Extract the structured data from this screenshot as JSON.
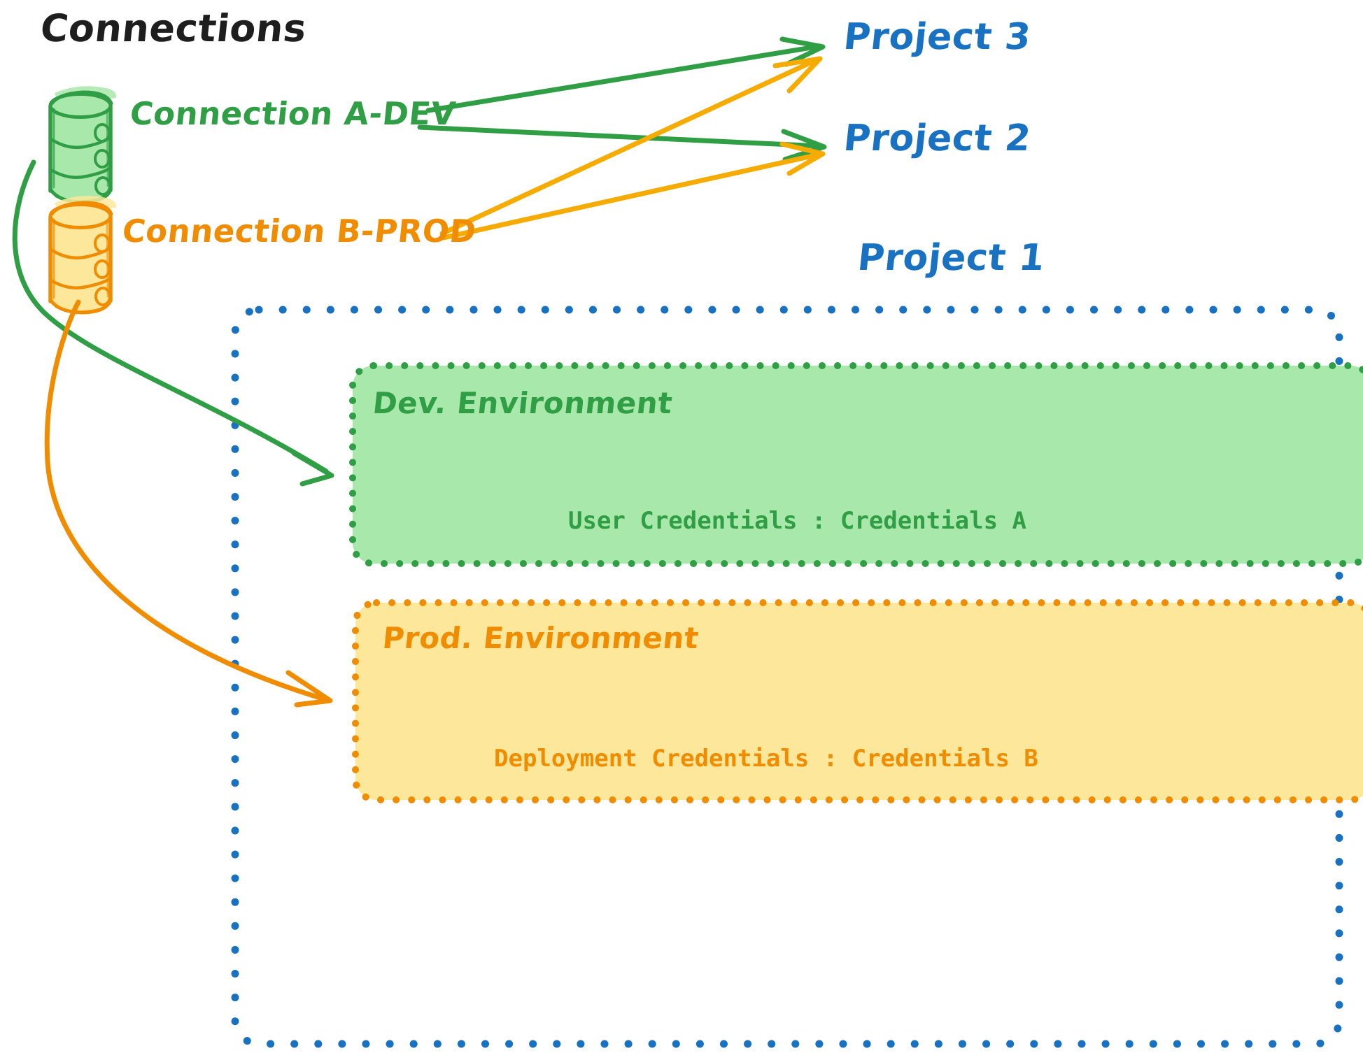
{
  "diagram": {
    "title": "Connections",
    "background": "#ffffff",
    "colors": {
      "green_stroke": "#2f9e44",
      "green_fill": "#a9e8ab",
      "orange_stroke": "#f08c00",
      "orange_arrow": "#f5ab00",
      "orange_fill": "#fce79a",
      "blue": "#1971c2",
      "black": "#1e1e1e"
    }
  },
  "connections": [
    {
      "id": "connection-a-dev",
      "label": "Connection A-DEV",
      "color": "#2f9e44",
      "icon": "database-cylinder-icon",
      "targets": [
        "Project 3",
        "Project 2",
        "Dev. Environment"
      ]
    },
    {
      "id": "connection-b-prod",
      "label": "Connection B-PROD",
      "color": "#f08c00",
      "icon": "database-cylinder-icon",
      "targets": [
        "Project 3",
        "Project 2",
        "Prod. Environment"
      ]
    }
  ],
  "projects": [
    {
      "id": "project-3",
      "label": "Project 3"
    },
    {
      "id": "project-2",
      "label": "Project 2"
    },
    {
      "id": "project-1",
      "label": "Project 1"
    }
  ],
  "project1": {
    "label": "Project 1",
    "border_color": "#1971c2",
    "border_style": "dotted",
    "environments": [
      {
        "id": "dev-environment",
        "title": "Dev. Environment",
        "credential_line": "User Credentials : Credentials A",
        "credential_key": "User Credentials",
        "credential_value": "Credentials A",
        "fill": "#a9e8ab",
        "stroke": "#2f9e44"
      },
      {
        "id": "prod-environment",
        "title": "Prod. Environment",
        "credential_line": "Deployment Credentials : Credentials B",
        "credential_key": "Deployment Credentials",
        "credential_value": "Credentials B",
        "fill": "#fce79a",
        "stroke": "#f08c00"
      }
    ]
  }
}
